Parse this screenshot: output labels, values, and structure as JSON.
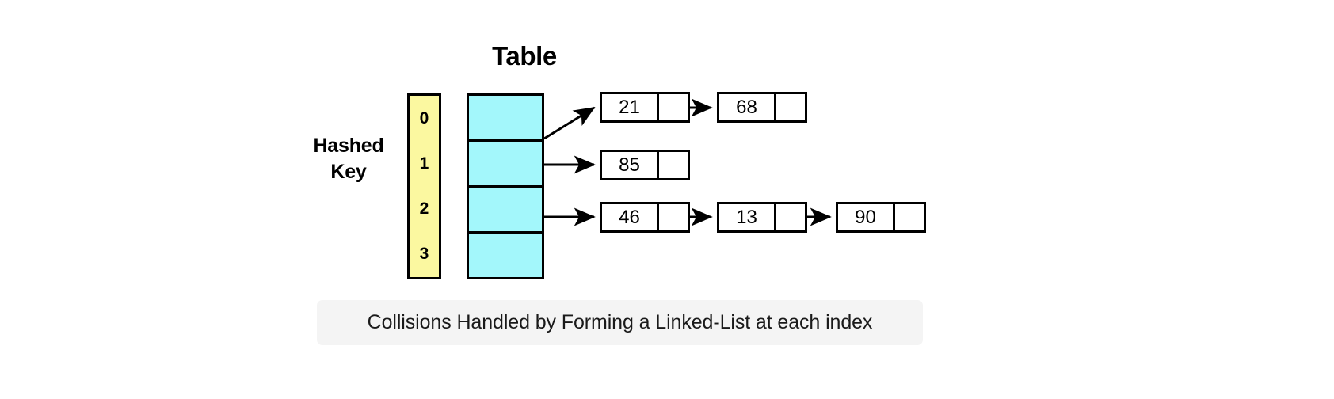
{
  "diagram": {
    "title": "Table",
    "hashed_key_label": "Hashed\nKey",
    "hashed_key_line1": "Hashed",
    "hashed_key_line2": "Key",
    "caption": "Collisions Handled by Forming a Linked-List at each index",
    "colors": {
      "key_column_fill": "#fbf8a0",
      "bucket_fill": "#a3f7fb",
      "stroke": "#000000",
      "caption_background": "#f4f4f4",
      "node_fill": "#ffffff",
      "page_background": "#ffffff"
    },
    "keys": [
      "0",
      "1",
      "2",
      "3"
    ],
    "buckets": [
      {
        "index": "0",
        "nodes": [
          {
            "value": "21",
            "has_next": true
          },
          {
            "value": "68",
            "has_next": false
          }
        ]
      },
      {
        "index": "1",
        "nodes": [
          {
            "value": "85",
            "has_next": false
          }
        ]
      },
      {
        "index": "2",
        "nodes": [
          {
            "value": "46",
            "has_next": true
          },
          {
            "value": "13",
            "has_next": true
          },
          {
            "value": "90",
            "has_next": false
          }
        ]
      },
      {
        "index": "3",
        "nodes": []
      }
    ]
  }
}
